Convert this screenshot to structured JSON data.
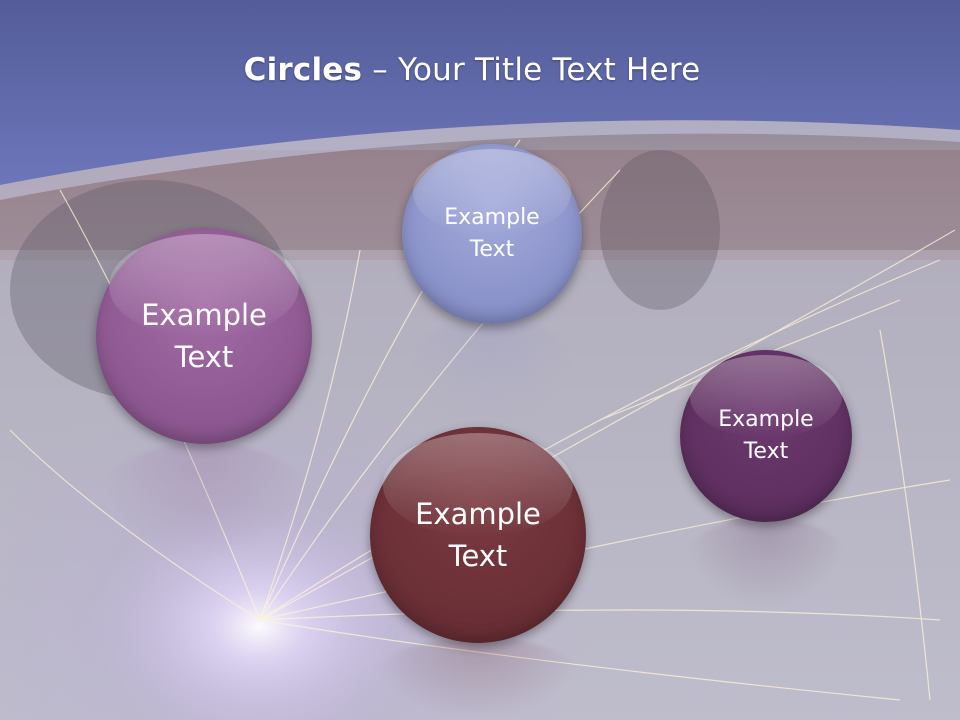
{
  "slide": {
    "title_bold": "Circles",
    "title_rest": " – Your Title Text Here",
    "colors": {
      "band_top": "#5d67a3",
      "band_bottom": "#6b75b8",
      "circle_lilac": "#8f98cf",
      "circle_purple": "#8f5a92",
      "circle_maroon": "#6b2f36",
      "circle_plum": "#5e2f5f"
    },
    "circles": [
      {
        "label": "Example\nText",
        "color_key": "circle_lilac"
      },
      {
        "label": "Example\nText",
        "color_key": "circle_purple"
      },
      {
        "label": "Example\nText",
        "color_key": "circle_maroon"
      },
      {
        "label": "Example\nText",
        "color_key": "circle_plum"
      }
    ]
  }
}
